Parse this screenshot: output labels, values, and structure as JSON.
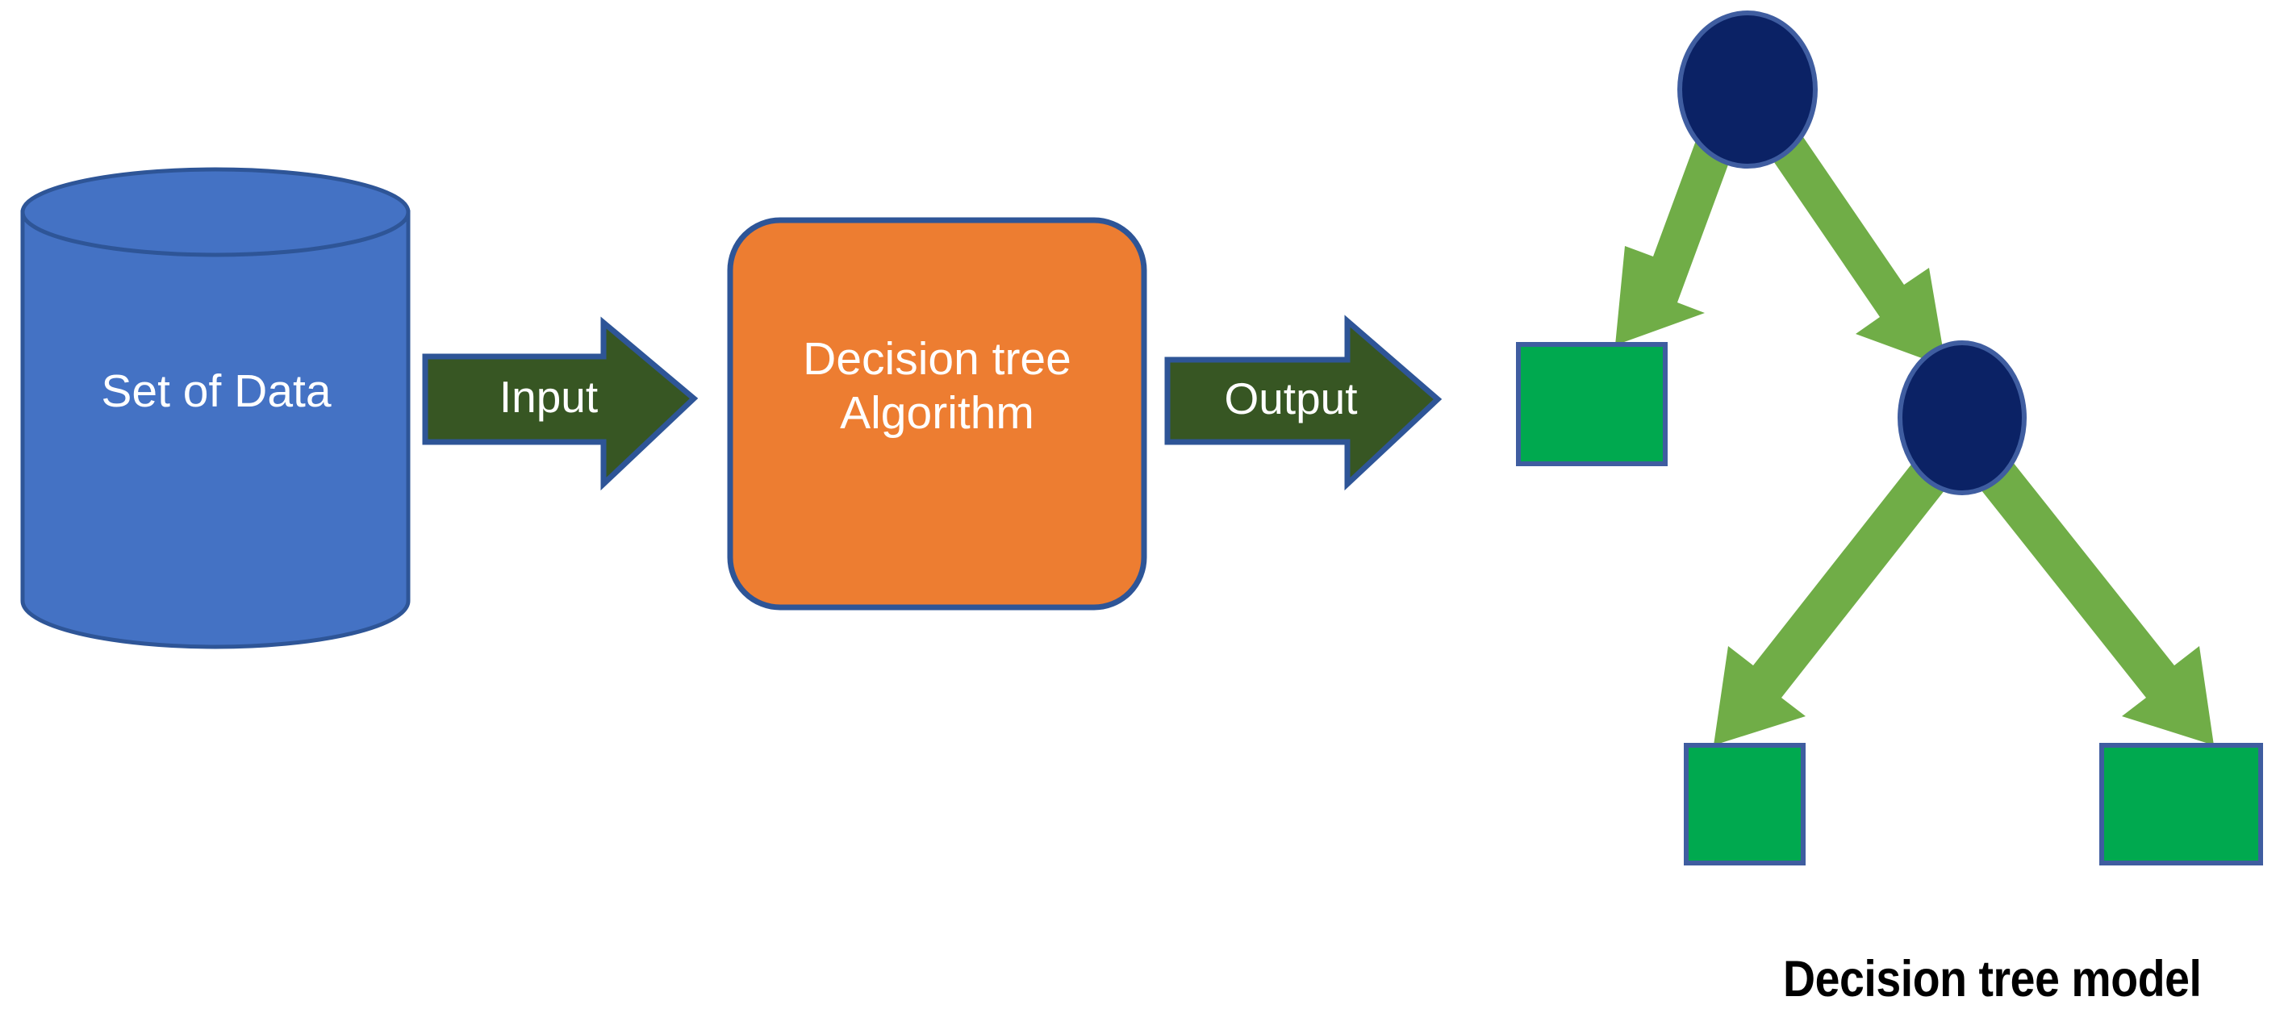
{
  "diagram": {
    "title_caption": "Decision tree model",
    "background_color": "#FFFFFF",
    "nodes": {
      "datastore": {
        "label": "Set of Data",
        "shape": "cylinder",
        "fill": "#4472C4",
        "stroke": "#2E5597",
        "text_color": "#FFFFFF"
      },
      "process": {
        "label": "Decision tree\nAlgorithm",
        "shape": "rounded-rectangle",
        "fill": "#ED7D31",
        "stroke": "#2E5597",
        "text_color": "#FFFFFF"
      }
    },
    "flow_arrows": [
      {
        "label": "Input",
        "from": "Set of Data",
        "to": "Decision tree Algorithm",
        "fill": "#375623",
        "stroke": "#2E5597",
        "text_color": "#FFFFFF"
      },
      {
        "label": "Output",
        "from": "Decision tree Algorithm",
        "to": "Decision tree model",
        "fill": "#375623",
        "stroke": "#2E5597",
        "text_color": "#FFFFFF"
      }
    ],
    "tree": {
      "decision_node_fill": "#0B2265",
      "decision_node_stroke": "#3F5DA0",
      "leaf_fill": "#00A94F",
      "leaf_stroke": "#3F5DA0",
      "edge_color": "#70AD47",
      "decision_nodes": [
        {
          "id": "root",
          "label": "",
          "shape": "ellipse"
        },
        {
          "id": "internal-1",
          "label": "",
          "shape": "ellipse"
        }
      ],
      "leaf_nodes": [
        {
          "id": "leaf-1",
          "label": "",
          "shape": "rectangle"
        },
        {
          "id": "leaf-2",
          "label": "",
          "shape": "rectangle"
        },
        {
          "id": "leaf-3",
          "label": "",
          "shape": "rectangle"
        }
      ],
      "edges": [
        {
          "from": "root",
          "to": "leaf-1"
        },
        {
          "from": "root",
          "to": "internal-1"
        },
        {
          "from": "internal-1",
          "to": "leaf-2"
        },
        {
          "from": "internal-1",
          "to": "leaf-3"
        }
      ]
    }
  }
}
